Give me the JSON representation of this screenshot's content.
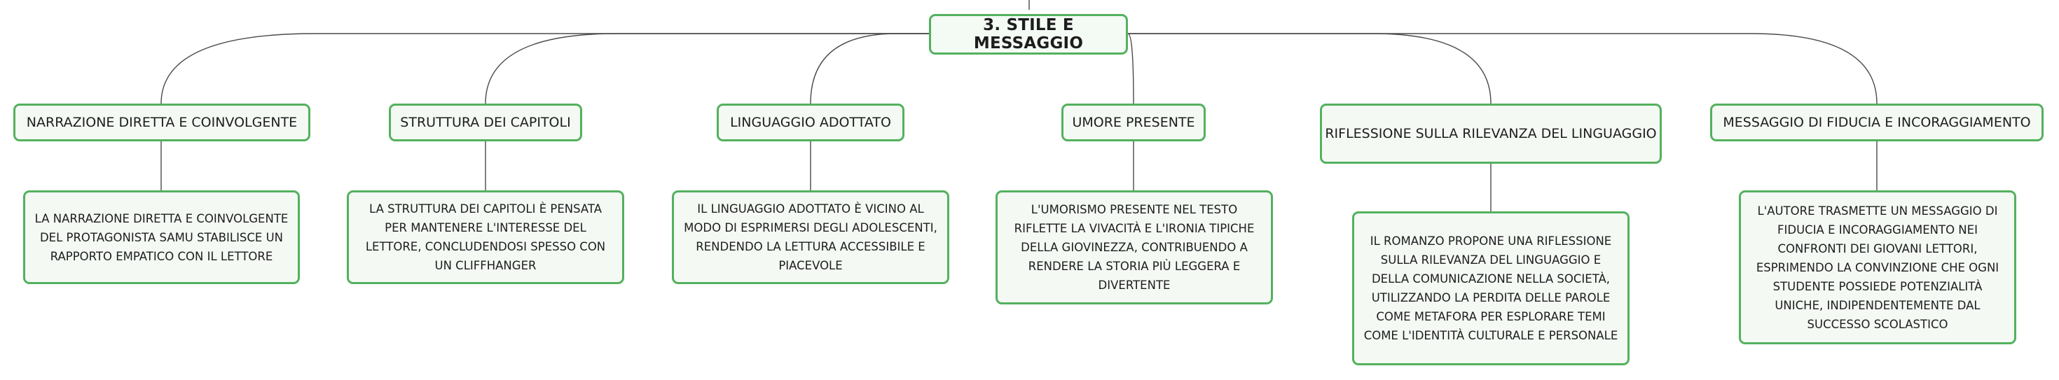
{
  "root": {
    "label": "3. STILE E MESSAGGIO"
  },
  "branches": [
    {
      "topic": "NARRAZIONE DIRETTA E COINVOLGENTE",
      "detail": "LA NARRAZIONE DIRETTA E COINVOLGENTE DEL PROTAGONISTA SAMU STABILISCE UN RAPPORTO EMPATICO CON IL LETTORE"
    },
    {
      "topic": "STRUTTURA DEI CAPITOLI",
      "detail": "LA STRUTTURA DEI CAPITOLI È PENSATA PER MANTENERE L'INTERESSE DEL LETTORE, CONCLUDENDOSI SPESSO CON UN CLIFFHANGER"
    },
    {
      "topic": "LINGUAGGIO ADOTTATO",
      "detail": "IL LINGUAGGIO ADOTTATO È VICINO AL MODO DI ESPRIMERSI DEGLI ADOLESCENTI, RENDENDO LA LETTURA ACCESSIBILE E PIACEVOLE"
    },
    {
      "topic": "UMORE PRESENTE",
      "detail": "L'UMORISMO PRESENTE NEL TESTO RIFLETTE LA VIVACITÀ E L'IRONIA TIPICHE DELLA GIOVINEZZA, CONTRIBUENDO A RENDERE LA STORIA PIÙ LEGGERA E DIVERTENTE"
    },
    {
      "topic": "RIFLESSIONE SULLA RILEVANZA DEL LINGUAGGIO",
      "detail": "IL ROMANZO PROPONE UNA RIFLESSIONE SULLA RILEVANZA DEL LINGUAGGIO E DELLA COMUNICAZIONE NELLA SOCIETÀ, UTILIZZANDO LA PERDITA DELLE PAROLE COME METAFORA PER ESPLORARE TEMI COME L'IDENTITÀ CULTURALE E PERSONALE"
    },
    {
      "topic": "MESSAGGIO DI FIDUCIA E INCORAGGIAMENTO",
      "detail": "L'AUTORE TRASMETTE UN MESSAGGIO DI FIDUCIA E INCORAGGIAMENTO NEI CONFRONTI DEI GIOVANI LETTORI, ESPRIMENDO LA CONVINZIONE CHE OGNI STUDENTE POSSIEDE POTENZIALITÀ UNICHE, INDIPENDENTEMENTE DAL SUCCESSO SCOLASTICO"
    }
  ],
  "colors": {
    "node_border": "#53b15e",
    "node_fill": "#f4f9f4",
    "connector": "#4a4a4a",
    "text": "#1d1d1d"
  }
}
